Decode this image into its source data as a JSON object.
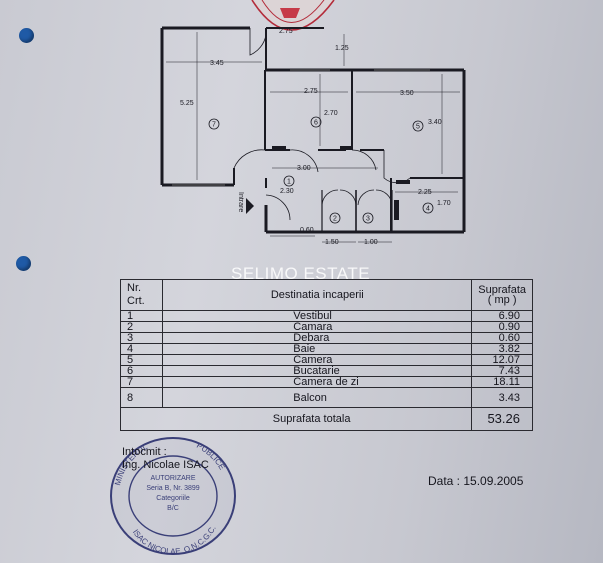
{
  "watermark": "SELIMO ESTATE",
  "plan": {
    "dims": [
      "2.75",
      "1.25",
      "3.45",
      "5.25",
      "2.75",
      "2.70",
      "3.50",
      "3.40",
      "3.00",
      "2.30",
      "2.25",
      "1.70",
      "0.60",
      "1.50",
      "1.00"
    ],
    "room_numbers": [
      "7",
      "6",
      "5",
      "1",
      "4",
      "2",
      "3"
    ],
    "entrance_label": "Intrare"
  },
  "table": {
    "headers": [
      "Nr.\nCrt.",
      "Destinatia incaperii",
      "Suprafata ( mp )"
    ],
    "rows": [
      {
        "nr": "1",
        "name": "Vestibul",
        "area": "6.90"
      },
      {
        "nr": "2",
        "name": "Camara",
        "area": "0.90"
      },
      {
        "nr": "3",
        "name": "Debara",
        "area": "0.60"
      },
      {
        "nr": "4",
        "name": "Baie",
        "area": "3.82"
      },
      {
        "nr": "5",
        "name": "Camera",
        "area": "12.07"
      },
      {
        "nr": "6",
        "name": "Bucatarie",
        "area": "7.43"
      },
      {
        "nr": "7",
        "name": "Camera de zi",
        "area": "18.11"
      },
      {
        "nr": "8",
        "name": "Balcon",
        "area": "3.43"
      }
    ],
    "total_label": "Suprafata totala",
    "total_value": "53.26"
  },
  "signature": {
    "line1": "Intocmit :",
    "line2": "Ing. Nicolae ISAC"
  },
  "date": "Data : 15.09.2005",
  "stamp_text": [
    "MINISTERUL",
    "PUBLICE",
    "AUTORIZARE",
    "Seria B, Nr. 3899",
    "Categoriile",
    "B/C",
    "ISAC NICOLAE",
    "O.N.C.G.C."
  ],
  "colors": {
    "paper": "#d4d5dc",
    "ink": "#1a1a22",
    "stamp": "#3a3f78",
    "hole": "#1f5aa6"
  }
}
